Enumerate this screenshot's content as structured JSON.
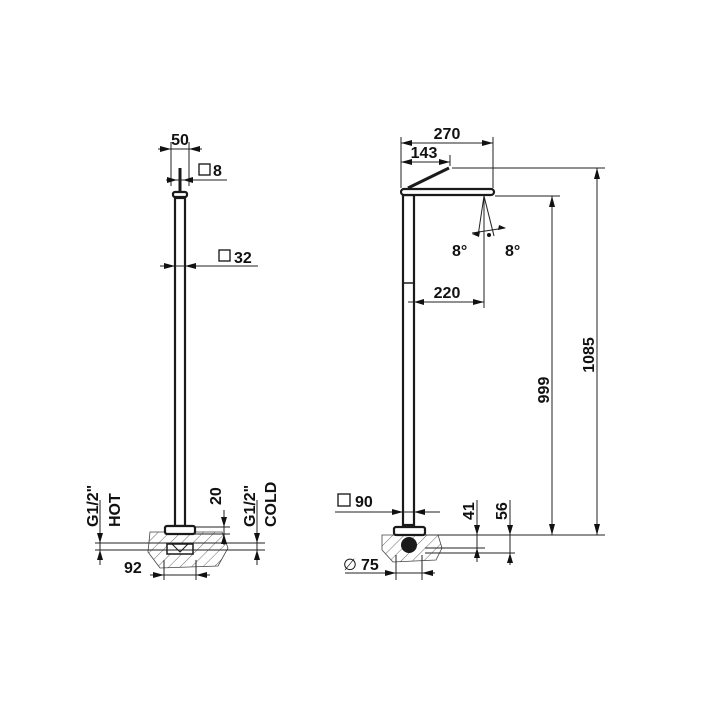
{
  "drawing": {
    "type": "technical dimension drawing",
    "subject": "floor-standing faucet",
    "left_view": {
      "dimensions": {
        "handle_spacing": "50",
        "handle_square": "8",
        "column_square": "32",
        "valve_depth": "20",
        "base_width": "92"
      },
      "connections": {
        "hot_thread": "G1/2\"",
        "hot_label": "HOT",
        "cold_thread": "G1/2\"",
        "cold_label": "COLD"
      },
      "square_symbol": "□"
    },
    "right_view": {
      "dimensions": {
        "total_reach": "270",
        "lever_reach": "143",
        "spout_reach": "220",
        "spout_height": "999",
        "total_height": "1085",
        "base_square": "90",
        "base_diameter": "75",
        "depth_41": "41",
        "depth_56": "56"
      },
      "angles": {
        "left_angle": "8°",
        "right_angle": "8°"
      },
      "square_symbol": "□",
      "diameter_symbol": "∅"
    }
  }
}
